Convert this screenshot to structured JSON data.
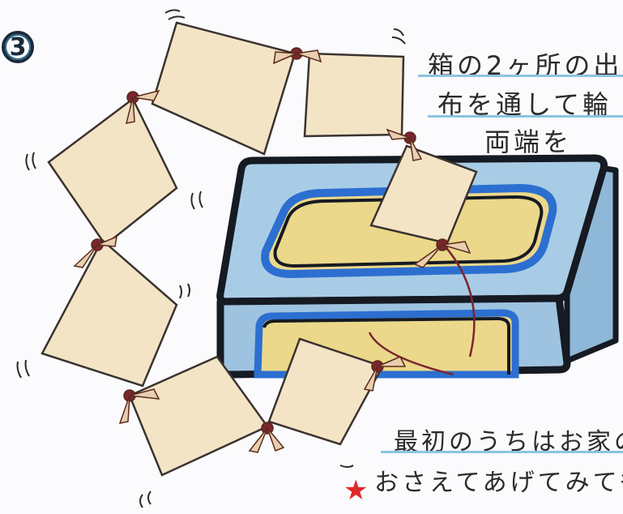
{
  "step": {
    "number": "3"
  },
  "instructions": {
    "line_1": "箱の2ヶ所の出",
    "line_2": "布を通して輪",
    "line_3": "両端を"
  },
  "note": {
    "line_1": "最初のうちはお家の",
    "line_2": "おさえてあげてみても"
  },
  "icons": {
    "star": "star-icon",
    "tissue_box": "tissue-box-illustration",
    "cloth_chain": "cloth-ring-illustration"
  },
  "colors": {
    "box_fill": "#a9cce6",
    "box_outline": "#161a22",
    "opening_fill": "#ecd88a",
    "opening_edge": "#2c6fd1",
    "cloth_fill": "#f4e4c6",
    "cloth_outline": "#3a3330",
    "knot": "#7a2630",
    "underline": "#8fc3e0",
    "star": "#e02828"
  }
}
